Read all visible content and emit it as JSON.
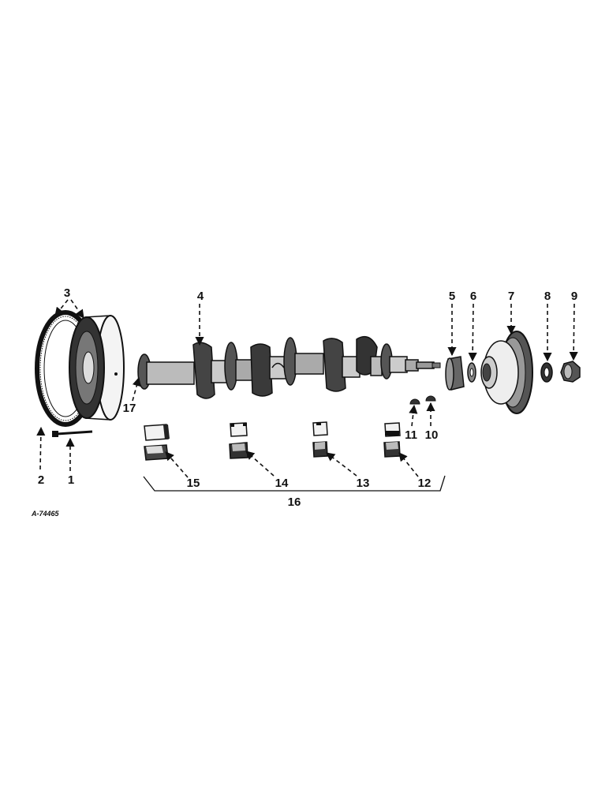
{
  "figure": {
    "reference_code": "A-74465",
    "callouts": [
      "1",
      "2",
      "3",
      "4",
      "5",
      "6",
      "7",
      "8",
      "9",
      "10",
      "11",
      "12",
      "13",
      "14",
      "15",
      "16",
      "17"
    ]
  }
}
